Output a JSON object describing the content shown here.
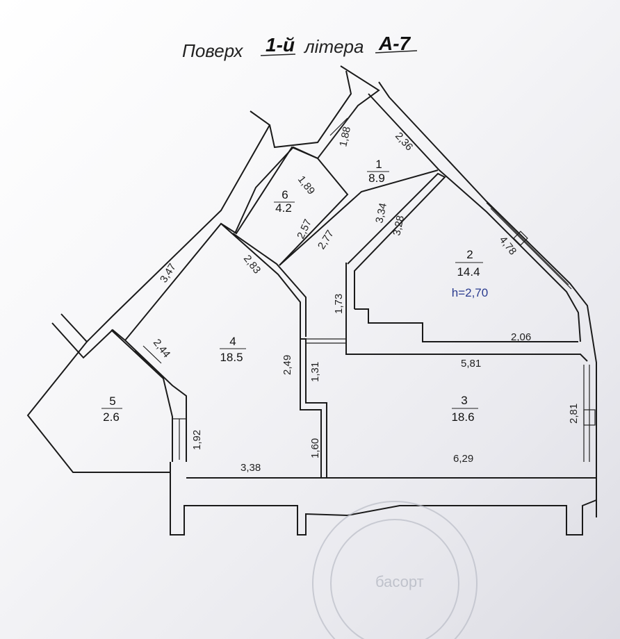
{
  "title": {
    "prefix": "Поверх",
    "floor": "1-й",
    "middle": "літера",
    "letter": "А-7"
  },
  "rooms": [
    {
      "number": "1",
      "area": "8.9"
    },
    {
      "number": "2",
      "area": "14.4",
      "height": "h=2,70"
    },
    {
      "number": "3",
      "area": "18.6"
    },
    {
      "number": "4",
      "area": "18.5"
    },
    {
      "number": "5",
      "area": "2.6"
    },
    {
      "number": "6",
      "area": "4.2"
    }
  ],
  "dimensions": {
    "r1_a": "1,88",
    "r1_b": "2,36",
    "r6_a": "1,89",
    "r6_b": "2,57",
    "r6_c": "2,77",
    "r2_a": "3,34",
    "r2_b": "3,28",
    "r2_c": "4,78",
    "r2_d": "1,73",
    "r2_e": "2,06",
    "r4_a": "3,47",
    "r4_b": "2,83",
    "r4_c": "2,49",
    "r4_d": "2,44",
    "r4_e": "1,31",
    "r4_f": "1,60",
    "r4_g": "3,38",
    "r5_a": "1,92",
    "r3_a": "5,81",
    "r3_b": "2,81",
    "r3_c": "6,29"
  },
  "stamp": {
    "text": "басорт",
    "colors": {
      "stroke": "#b9bcc6"
    }
  }
}
